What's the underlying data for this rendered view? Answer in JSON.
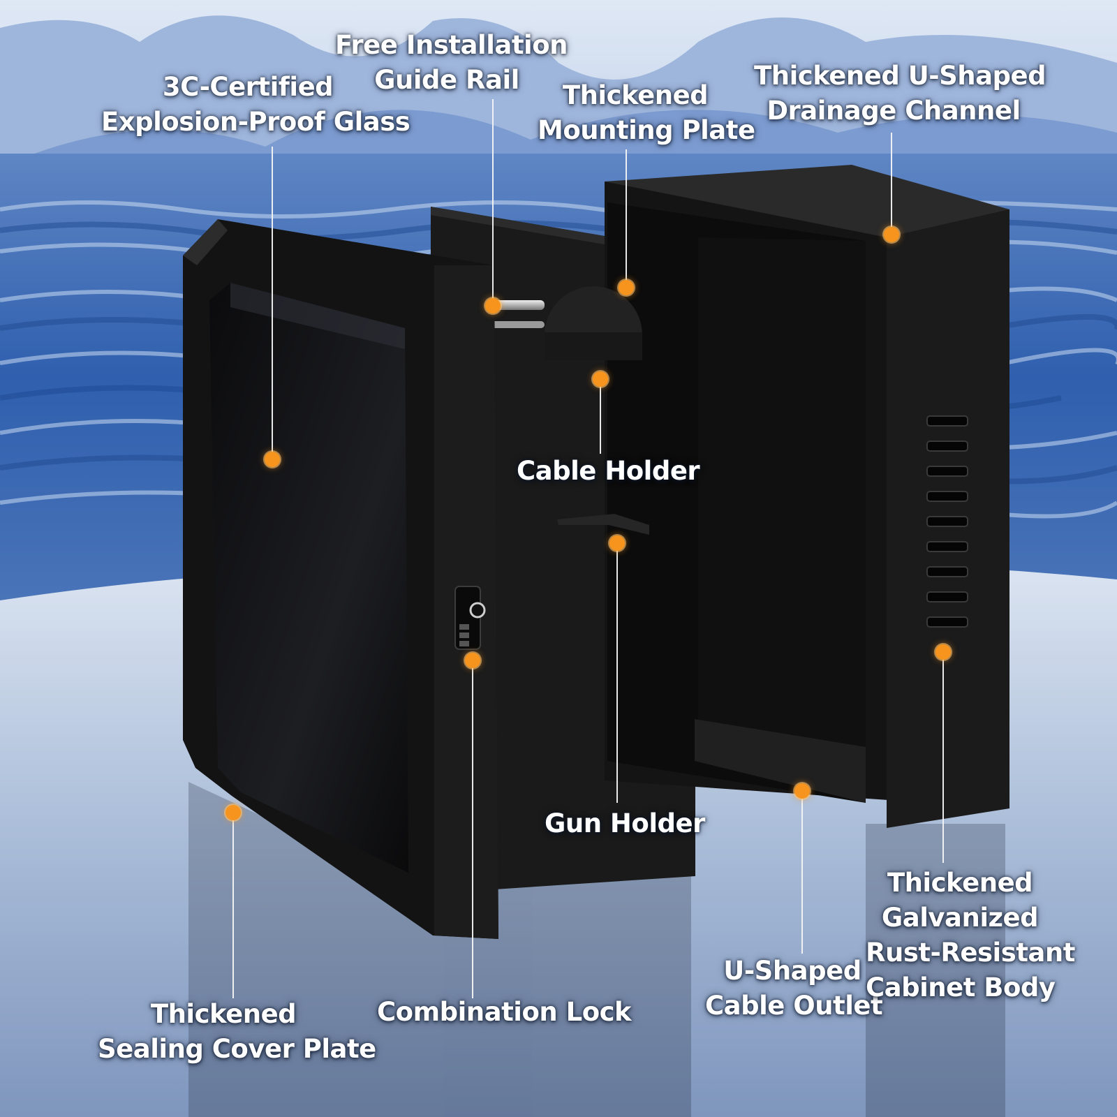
{
  "labels": {
    "glass": [
      "3C-Certified",
      "Explosion-Proof Glass"
    ],
    "guide_rail": [
      "Free Installation",
      "Guide Rail"
    ],
    "mounting_plate": [
      "Thickened",
      "Mounting Plate"
    ],
    "drainage": [
      "Thickened U-Shaped",
      "Drainage Channel"
    ],
    "cable_holder": [
      "Cable Holder"
    ],
    "gun_holder": [
      "Gun Holder"
    ],
    "cover_plate": [
      "Thickened",
      "Sealing Cover Plate"
    ],
    "lock": [
      "Combination Lock"
    ],
    "cable_outlet": [
      "U-Shaped",
      "Cable Outlet"
    ],
    "cabinet_body": [
      "Thickened",
      "Galvanized",
      "Rust-Resistant",
      "Cabinet Body"
    ]
  },
  "colors": {
    "marker": "#f7941d",
    "label_text": "#ffffff",
    "cabinet": "#151515"
  }
}
